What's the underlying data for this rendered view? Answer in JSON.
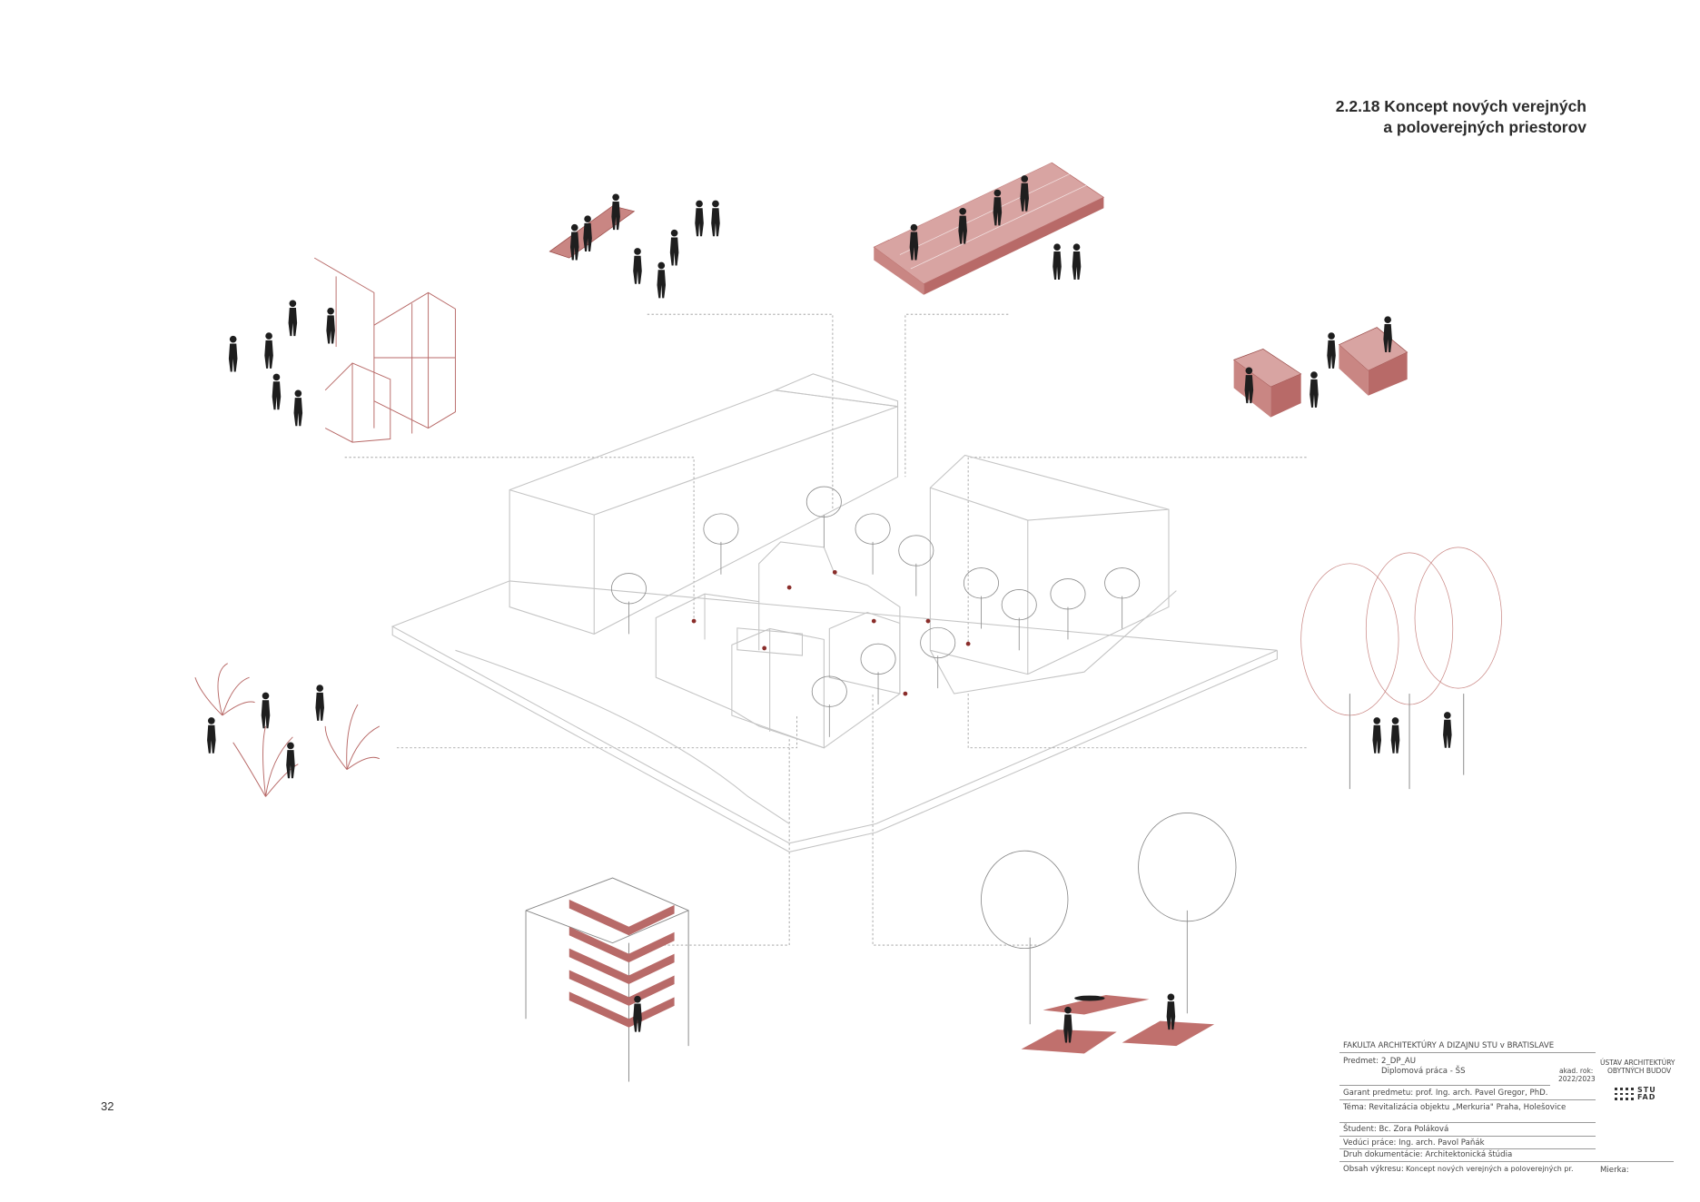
{
  "title": {
    "line1": "2.2.18 Koncept nových verejných",
    "line2": "a poloverejných priestorov"
  },
  "page_number": "32",
  "colors": {
    "accent": "#b86a68",
    "accent_fill": "#c98683",
    "line": "#bdbdbd",
    "figure": "#1e1e1e"
  },
  "title_block": {
    "faculty": "FAKULTA ARCHITEKTÚRY A DIZAJNU STU v BRATISLAVE",
    "subject_label": "Predmet:",
    "subject_code": "2_DP_AU",
    "subject_name": "Diplomová práca - ŠS",
    "year_label": "akad. rok:",
    "year": "2022/2023",
    "guarantor": "Garant predmetu: prof. Ing. arch. Pavel Gregor, PhD.",
    "topic": "Téma: Revitalizácia objektu „Merkuria\" Praha, Holešovice",
    "student": "Študent: Bc. Zora Poláková",
    "supervisor": "Vedúci práce: Ing. arch. Pavol Paňák",
    "doc_type": "Druh dokumentácie: Architektonická štúdia",
    "content_label": "Obsah výkresu:",
    "content": "Koncept nových verejných a poloverejných pr.",
    "scale_label": "Mierka:",
    "institute_line1": "ÚSTAV ARCHITEKTÚRY",
    "institute_line2": "OBYTNÝCH BUDOV",
    "logo": "STU FAD"
  }
}
